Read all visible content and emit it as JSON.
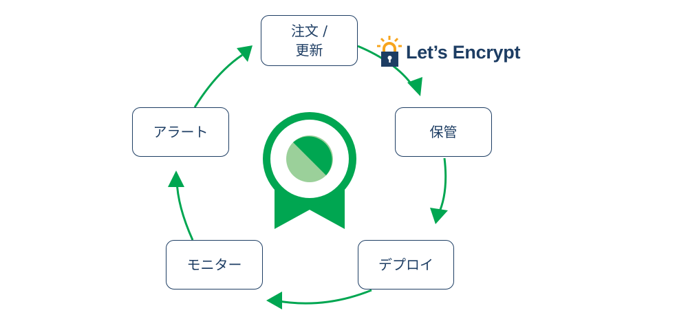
{
  "steps": {
    "order": {
      "line1": "注文 /",
      "line2": "更新"
    },
    "store": "保管",
    "deploy": "デプロイ",
    "monitor": "モニター",
    "alert": "アラート"
  },
  "logo": {
    "text": "Let’s Encrypt"
  },
  "colors": {
    "green": "#00a651",
    "light_green": "#9bd09a",
    "navy": "#1d3d63",
    "orange": "#f7a41d"
  }
}
